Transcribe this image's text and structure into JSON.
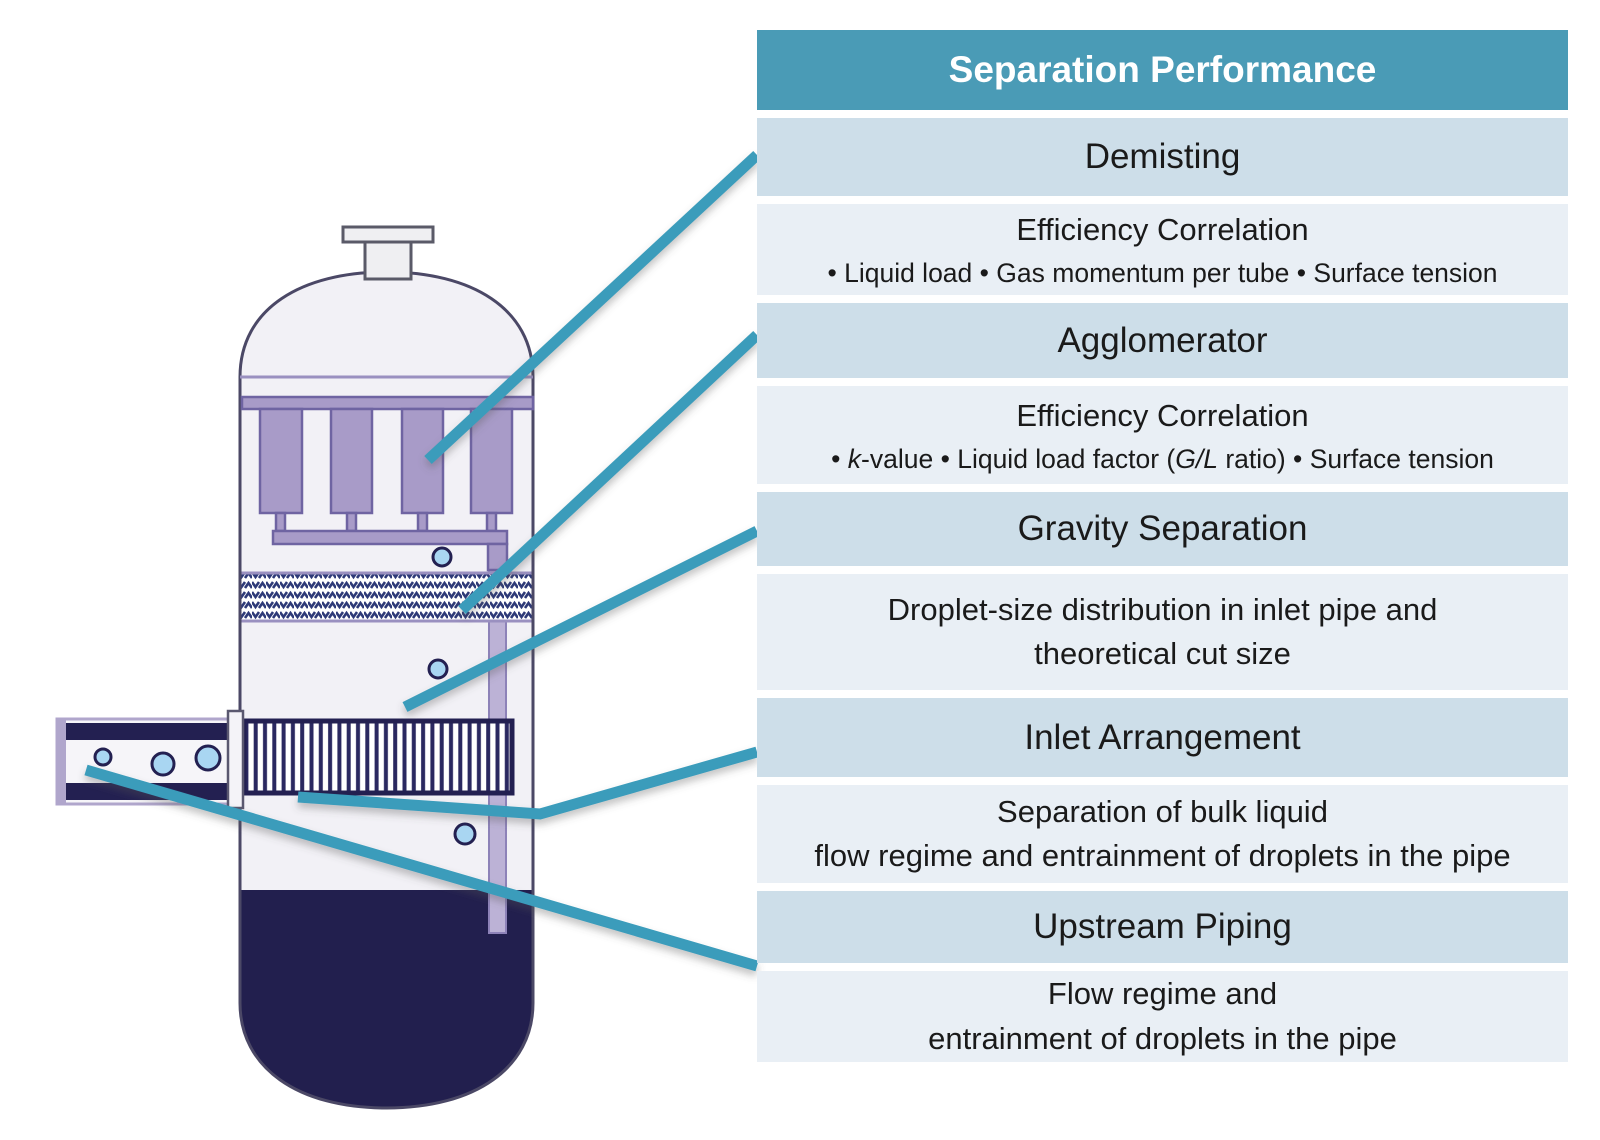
{
  "colors": {
    "header_bg": "#4a9bb6",
    "row_dark": "#cddee9",
    "row_light": "#e9eff5",
    "connector": "#3a9cbb",
    "navy": "#232051",
    "liquid": "#221f4e",
    "vessel_fill": "#f2f1f6",
    "vessel_outline": "#4b4866",
    "candle_purple": "#a89bc8",
    "purple_stroke": "#6f64a2",
    "drain_pipe": "#bcb2d6",
    "lavender": "#b0a6cc",
    "droplet_blue": "#a9d6f2",
    "seam_purple": "#9a90c0"
  },
  "table": {
    "header": "Separation Performance",
    "rows": [
      {
        "title": "Demisting"
      },
      {
        "title": "Efficiency Correlation",
        "segments": [
          {
            "t": "• Liquid load • Gas momentum per tube • Surface tension",
            "i": false
          }
        ]
      },
      {
        "title": "Agglomerator"
      },
      {
        "title": "Efficiency Correlation",
        "segments": [
          {
            "t": "• ",
            "i": false
          },
          {
            "t": "k",
            "i": true
          },
          {
            "t": "-value • Liquid load factor (",
            "i": false
          },
          {
            "t": "G/L",
            "i": true
          },
          {
            "t": " ratio) • Surface tension",
            "i": false
          }
        ]
      },
      {
        "title": "Gravity Separation"
      },
      {
        "line1": "Droplet-size distribution in inlet pipe and",
        "line2": "theoretical cut size"
      },
      {
        "title": "Inlet Arrangement"
      },
      {
        "line1": "Separation of bulk liquid",
        "line2": "flow regime and entrainment of droplets in the pipe"
      },
      {
        "title": "Upstream Piping"
      },
      {
        "line1": "Flow regime and",
        "line2": "entrainment of droplets in the pipe"
      }
    ]
  }
}
